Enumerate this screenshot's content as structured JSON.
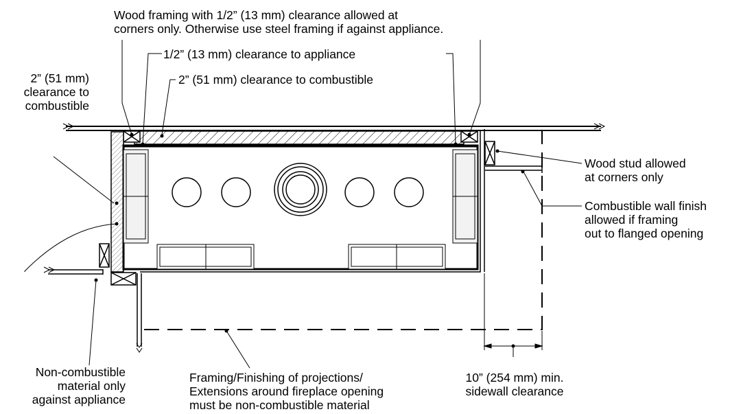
{
  "labels": {
    "wood_framing": "Wood framing with 1/2” (13 mm) clearance allowed at\ncorners only. Otherwise use steel framing if against appliance.",
    "appliance_clearance": "1/2” (13 mm) clearance to appliance",
    "combustible_clearance_top": "2” (51 mm) clearance to combustible",
    "combustible_clearance_left": "2” (51 mm)\nclearance to\ncombustible",
    "wood_stud": "Wood stud allowed\nat corners only",
    "wall_finish": "Combustible wall finish\nallowed if framing\nout to flanged opening",
    "non_combustible": "Non-combustible\nmaterial only\nagainst appliance",
    "projections": "Framing/Finishing of projections/\nExtensions around fireplace opening\nmust be non-combustible material",
    "sidewall": "10” (254 mm) min.\nsidewall clearance"
  },
  "colors": {
    "line": "#000000",
    "hatch_fill": "#ffffff",
    "gray_panel": "#f2f2f2"
  }
}
